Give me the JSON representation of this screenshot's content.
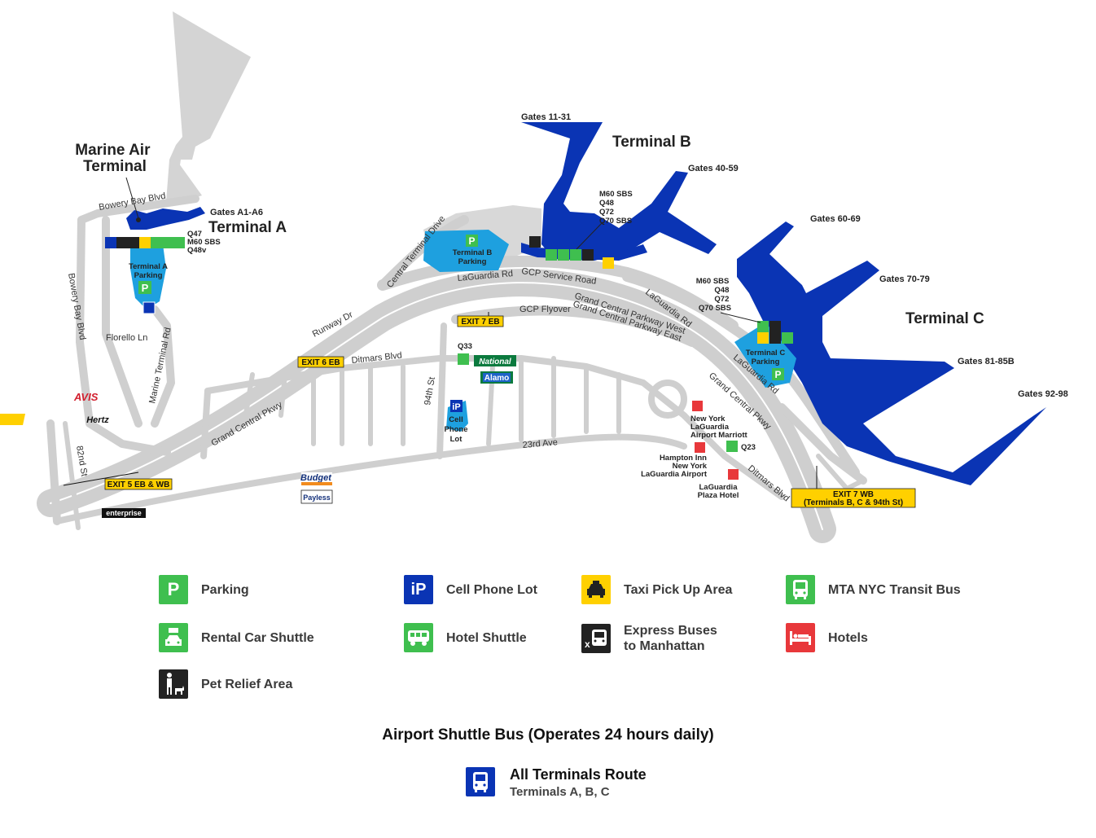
{
  "terminals": {
    "marine_air": [
      "Marine Air",
      "Terminal"
    ],
    "a": "Terminal A",
    "b": "Terminal B",
    "c": "Terminal C"
  },
  "gates": {
    "a": "Gates A1-A6",
    "b1": "Gates 11-31",
    "b2": "Gates 40-59",
    "c1": "Gates 60-69",
    "c2": "Gates 70-79",
    "c3": "Gates 81-85B",
    "c4": "Gates 92-98"
  },
  "parking": {
    "a": [
      "Terminal A",
      "Parking"
    ],
    "b": [
      "Terminal B",
      "Parking"
    ],
    "c": [
      "Terminal C",
      "Parking"
    ],
    "cell": [
      "Cell",
      "Phone",
      "Lot"
    ]
  },
  "bus_routes": {
    "a": [
      "Q47",
      "M60 SBS",
      "Q48v"
    ],
    "b": [
      "M60 SBS",
      "Q48",
      "Q72",
      "Q70 SBS"
    ],
    "c": [
      "M60 SBS",
      "Q48",
      "Q72",
      "Q70 SBS"
    ],
    "q33": "Q33",
    "q23": "Q23"
  },
  "streets": {
    "bowery_bay_blvd": "Bowery Bay Blvd",
    "bowery_bay_blvd_v": "Bowery Bay Blvd",
    "florello": "Florello Ln",
    "marine_terminal": "Marine Terminal Rd",
    "runway": "Runway Dr",
    "central_terminal": "Central Terminal Drive",
    "laguardia_rd": "LaGuardia Rd",
    "gcp_service": "GCP Service Road",
    "laguardia_rd2": "LaGuardia Rd",
    "gcp_west": "Grand Central Parkway West",
    "gcp_east": "Grand Central Parkway East",
    "gcp_flyover": "GCP Flyover",
    "ditmars": "Ditmars Blvd",
    "gcp_main": "Grand Central Pkwy",
    "gcp_main2": "Grand Central Pkwy",
    "st94": "94th St",
    "ave23": "23rd Ave",
    "st82": "82nd St",
    "laguardia_rd3": "LaGuardia Rd",
    "ditmars2": "Ditmars Blvd"
  },
  "exits": {
    "e5": "EXIT 5 EB & WB",
    "e6": "EXIT 6 EB",
    "e7": "EXIT 7 EB",
    "e7wb": [
      "EXIT 7 WB",
      "(Terminals B, C & 94th St)"
    ]
  },
  "hotels": {
    "marriott": [
      "New York",
      "LaGuardia",
      "Airport Marriott"
    ],
    "hampton": [
      "Hampton Inn",
      "New York",
      "LaGuardia Airport"
    ],
    "plaza": [
      "LaGuardia",
      "Plaza Hotel"
    ]
  },
  "rental_brands": {
    "avis": "AVIS",
    "hertz": "Hertz",
    "national": "National",
    "alamo": "Alamo",
    "budget": "Budget",
    "payless": "Payless",
    "enterprise": "enterprise"
  },
  "legend": {
    "parking": "Parking",
    "cell_phone_lot": "Cell Phone Lot",
    "taxi": "Taxi Pick Up Area",
    "mta_bus": "MTA NYC Transit Bus",
    "rental_shuttle": "Rental Car Shuttle",
    "hotel_shuttle": "Hotel Shuttle",
    "express_bus": [
      "Express Buses",
      "to Manhattan"
    ],
    "hotels": "Hotels",
    "pet_relief": "Pet Relief Area"
  },
  "shuttle": {
    "title": "Airport Shuttle Bus (Operates 24 hours daily)",
    "route_name": "All Terminals Route",
    "route_stops": "Terminals A, B, C"
  },
  "colors": {
    "terminal_blue": "#0a34b4",
    "parking_blue": "#1ea0df",
    "road_gray": "#cfcfcf",
    "road_line": "#ffffff",
    "green": "#3fbf4f",
    "yellow": "#ffd000",
    "hotel_red": "#e8383b"
  }
}
